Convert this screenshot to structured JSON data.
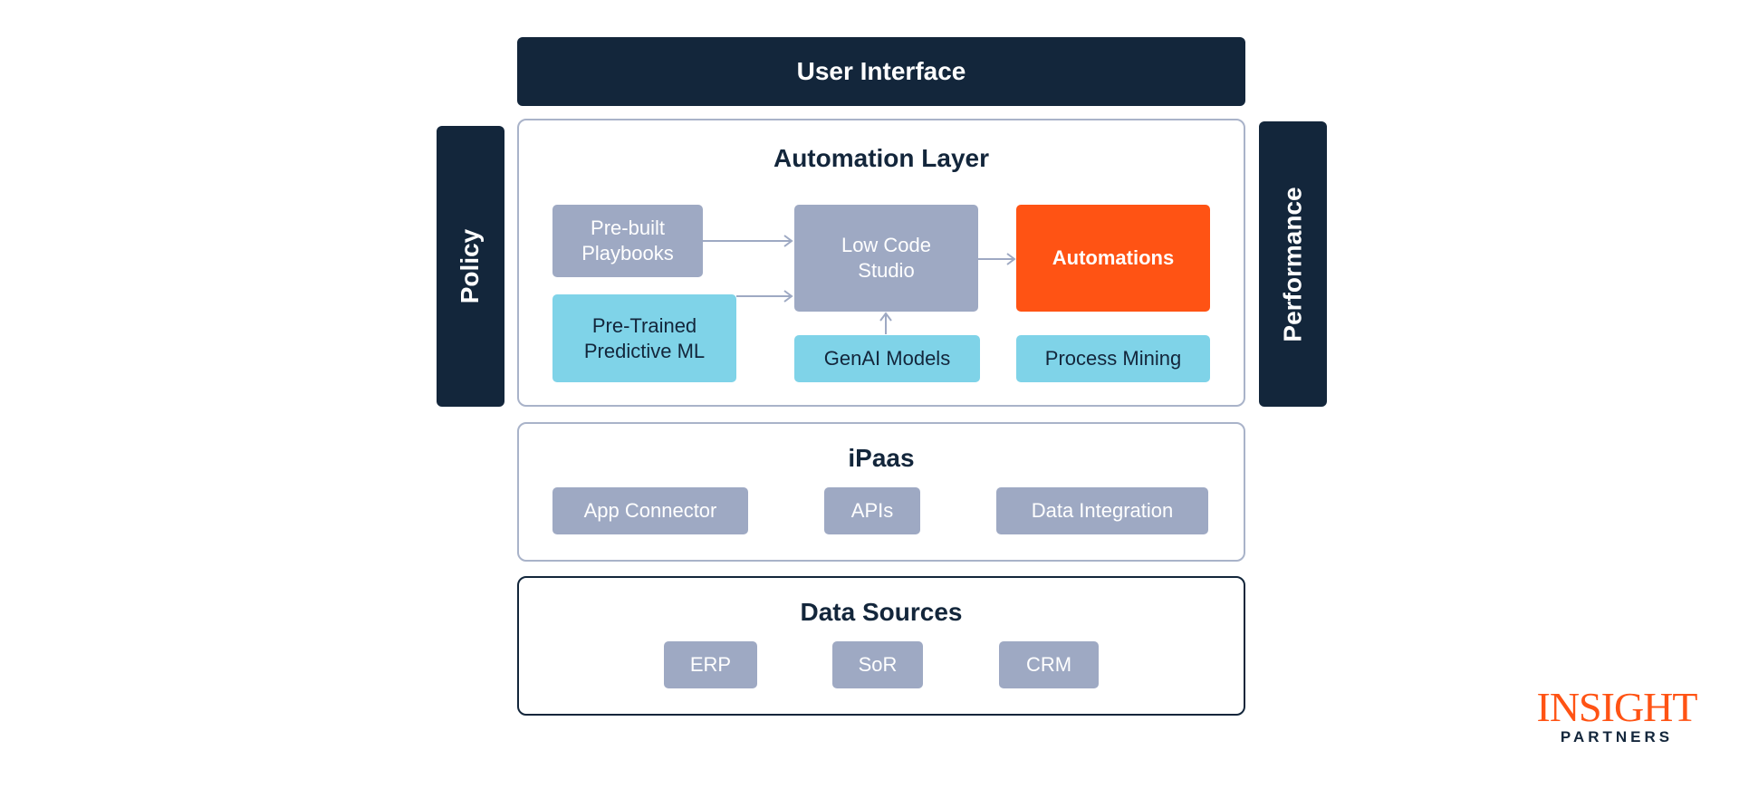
{
  "user_interface": {
    "label": "User Interface"
  },
  "side_bars": {
    "left": "Policy",
    "right": "Performance"
  },
  "automation_layer": {
    "title": "Automation Layer",
    "prebuilt_playbooks": "Pre-built Playbooks",
    "pretrained_ml": "Pre-Trained Predictive ML",
    "low_code_studio": "Low Code Studio",
    "genai_models": "GenAI Models",
    "automations": "Automations",
    "process_mining": "Process Mining"
  },
  "ipaas": {
    "title": "iPaas",
    "items": [
      "App Connector",
      "APIs",
      "Data Integration"
    ]
  },
  "data_sources": {
    "title": "Data Sources",
    "items": [
      "ERP",
      "SoR",
      "CRM"
    ]
  },
  "logo": {
    "main": "INSIGHT",
    "sub": "PARTNERS"
  },
  "colors": {
    "navy": "#13263b",
    "grey_box": "#9ea9c3",
    "cyan_box": "#7fd3e8",
    "accent_orange": "#ff5314",
    "frame_border": "#a9b3c9"
  }
}
